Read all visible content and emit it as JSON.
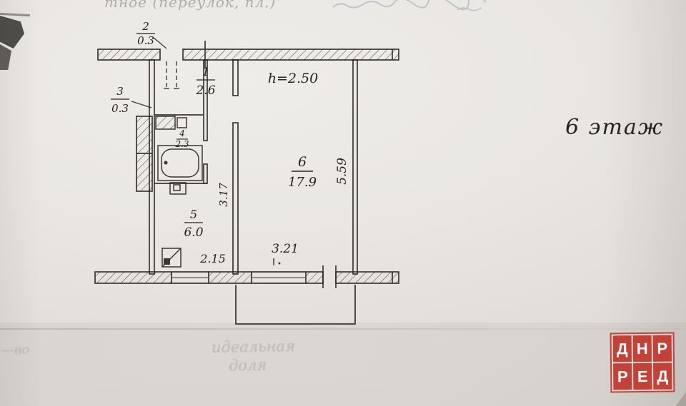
{
  "scan": {
    "top_cut_text": "тное (переулок, пл.)",
    "bleed_line1": "идеальная",
    "bleed_line2": "доля",
    "bleed_left": "—во"
  },
  "plan": {
    "floor_note": "6 этаж",
    "ceiling_height": "h=2.50",
    "rooms": {
      "r1": {
        "num": "1",
        "area": "2.6"
      },
      "r2": {
        "num": "2",
        "area": "0.3"
      },
      "r3": {
        "num": "3",
        "area": "0.3"
      },
      "r4": {
        "num": "4",
        "area": "2.3"
      },
      "r5": {
        "num": "5",
        "area": "6.0"
      },
      "r6": {
        "num": "6",
        "area": "17.9"
      }
    },
    "dims": {
      "room6_depth": "5.59",
      "corridor_depth": "3.17",
      "room6_width": "3.21",
      "kitchen_width": "2.15"
    }
  },
  "stamp": {
    "color": "#c23b30",
    "tiles": [
      "Д",
      "Н",
      "Р",
      "Р",
      "Е",
      "Д"
    ]
  }
}
